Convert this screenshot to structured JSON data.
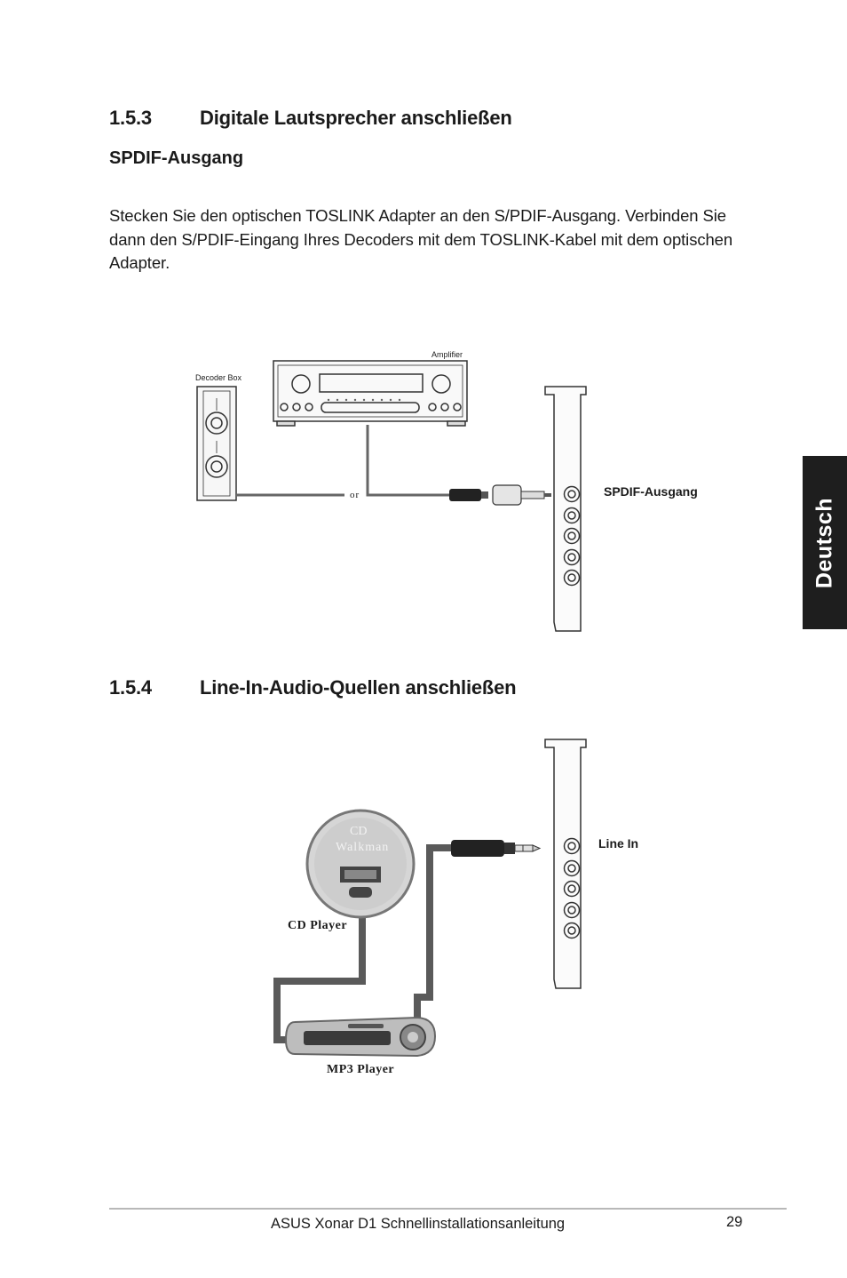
{
  "section_153": {
    "number": "1.5.3",
    "title": "Digitale Lautsprecher anschließen",
    "subheading": "SPDIF-Ausgang",
    "paragraph": "Stecken Sie den optischen TOSLINK Adapter an den S/PDIF-Ausgang. Verbinden Sie dann den S/PDIF-Eingang Ihres Decoders mit dem TOSLINK-Kabel mit dem optischen Adapter."
  },
  "diagram_spdif": {
    "amplifier_label": "Amplifier",
    "decoder_label": "Decoder Box",
    "or_label": "or",
    "callout": "SPDIF-Ausgang"
  },
  "section_154": {
    "number": "1.5.4",
    "title": "Line-In-Audio-Quellen anschließen"
  },
  "diagram_linein": {
    "cd_label": "CD Player",
    "cd_face_text_1": "CD",
    "cd_face_text_2": "Walkman",
    "mp3_label": "MP3 Player",
    "callout": "Line In"
  },
  "side_tab": "Deutsch",
  "footer": {
    "doc_title": "ASUS Xonar D1 Schnellinstallationsanleitung",
    "page_number": "29"
  }
}
